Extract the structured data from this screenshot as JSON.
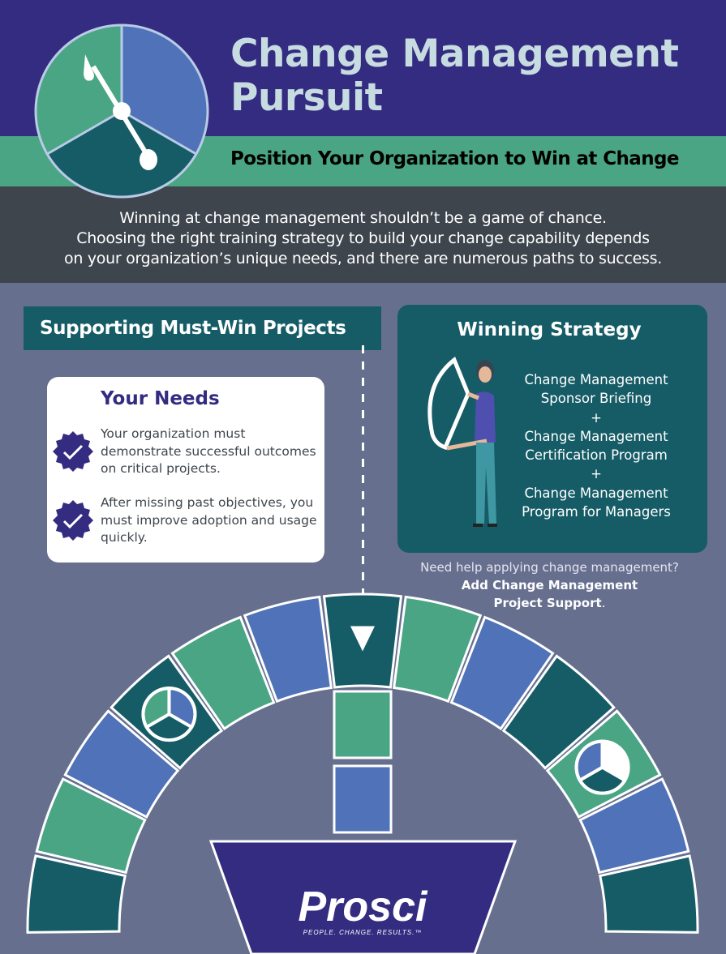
{
  "header": {
    "title_line1": "Change Management",
    "title_line2": "Pursuit",
    "subtitle": "Position Your Organization to Win at Change"
  },
  "intro": [
    "Winning at change management shouldn’t be a game of chance.",
    "Choosing the right training strategy to build your change capability depends",
    "on your organization’s unique needs, and there are numerous paths to success."
  ],
  "section_title": "Supporting Must-Win Projects",
  "needs": {
    "title": "Your Needs",
    "items": [
      "Your organization must demonstrate successful outcomes on critical projects.",
      "After missing past objectives, you must improve adoption and usage quickly."
    ]
  },
  "strategy": {
    "title": "Winning Strategy",
    "lines": [
      "Change Management",
      "Sponsor Briefing",
      "+",
      "Change Management",
      "Certification Program",
      "+",
      "Change Management",
      "Program for Managers"
    ]
  },
  "help": {
    "question": "Need help applying change management?",
    "action_line1": "Add Change Management",
    "action_line2": "Project Support",
    "period": "."
  },
  "logo": {
    "name": "Prosci",
    "tagline": "PEOPLE. CHANGE. RESULTS.™"
  },
  "colors": {
    "purple": "#342c80",
    "green": "#4aa584",
    "blue": "#4f72b8",
    "teal": "#165c66",
    "gray": "#3e454d"
  },
  "board": {
    "tiles": [
      "teal",
      "green",
      "blue",
      "teal",
      "green",
      "blue",
      "teal",
      "green",
      "blue",
      "teal",
      "green",
      "blue",
      "teal"
    ],
    "icons": {
      "3": "pie",
      "6": "start-arrow",
      "10": "pie-partial"
    },
    "path": [
      "green",
      "blue"
    ]
  }
}
